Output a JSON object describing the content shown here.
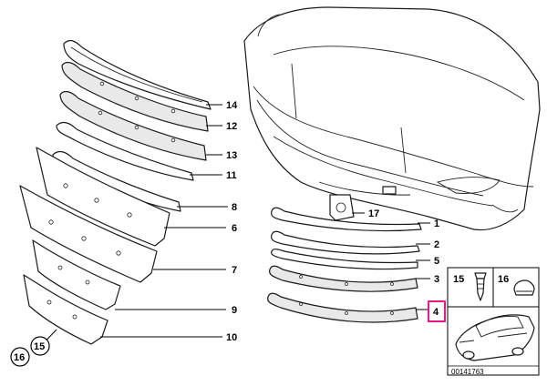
{
  "callouts": {
    "c1": "1",
    "c2": "2",
    "c3": "3",
    "c4": "4",
    "c5": "5",
    "c6": "6",
    "c7": "7",
    "c8": "8",
    "c9": "9",
    "c10": "10",
    "c11": "11",
    "c12": "12",
    "c13": "13",
    "c14": "14",
    "c15": "15",
    "c16": "16",
    "c17": "17"
  },
  "inset": {
    "label15": "15",
    "label16": "16"
  },
  "diagram_id": "00141763",
  "colors": {
    "highlight": "#e6007e",
    "line": "#000000",
    "background": "#ffffff"
  }
}
